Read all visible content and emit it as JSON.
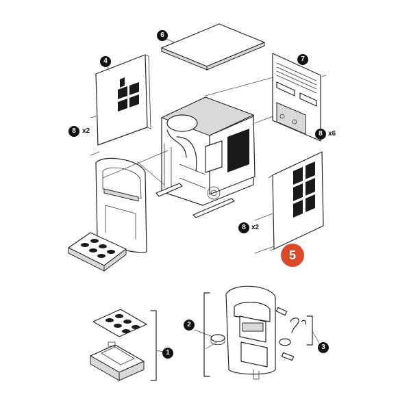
{
  "diagram": {
    "highlight_color": "#d94a2b",
    "callouts": {
      "c1": {
        "number": "1"
      },
      "c2": {
        "number": "2"
      },
      "c3": {
        "number": "3"
      },
      "c4": {
        "number": "4"
      },
      "c5": {
        "number": "5"
      },
      "c6": {
        "number": "6"
      },
      "c7": {
        "number": "7"
      },
      "c8a": {
        "number": "8",
        "qty": "x2"
      },
      "c8b": {
        "number": "8",
        "qty": "x6"
      },
      "c8c": {
        "number": "8",
        "qty": "x2"
      }
    }
  }
}
